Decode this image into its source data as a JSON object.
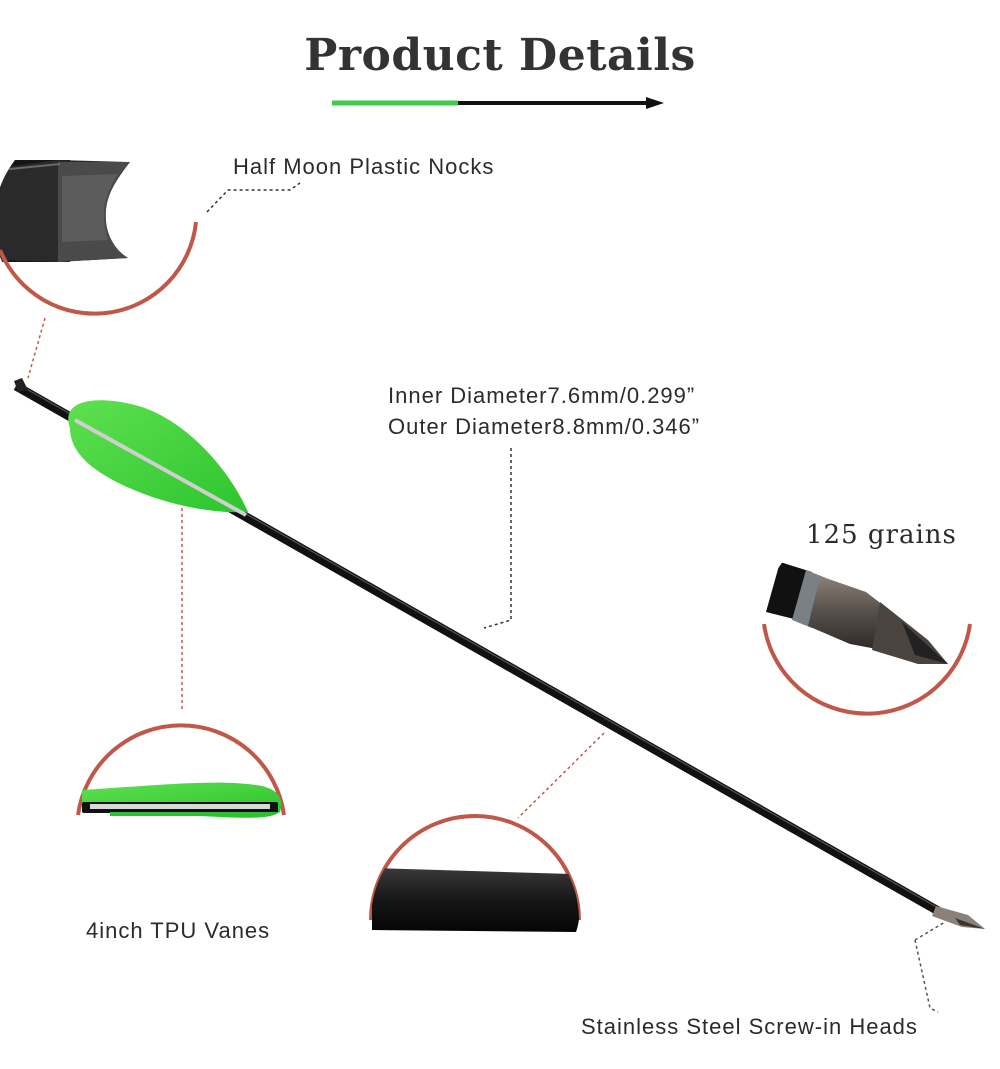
{
  "header": {
    "title": "Product Details",
    "accent_color": "#3fca4a",
    "line_color": "#111111"
  },
  "callouts": {
    "nock": "Half Moon Plastic Nocks",
    "inner_diameter": "Inner Diameter7.6mm/0.299”",
    "outer_diameter": "Outer Diameter8.8mm/0.346”",
    "weight": "125 grains",
    "vanes": "4inch TPU Vanes",
    "heads": "Stainless Steel Screw-in Heads"
  },
  "colors": {
    "circle": "#c0584a",
    "vane_green": "#3dd43a",
    "shaft": "#111111"
  },
  "icons": {
    "nock_detail": "arrow-nock-closeup",
    "vane_detail": "vane-closeup",
    "shaft_detail": "shaft-closeup",
    "head_detail": "arrowhead-closeup"
  }
}
